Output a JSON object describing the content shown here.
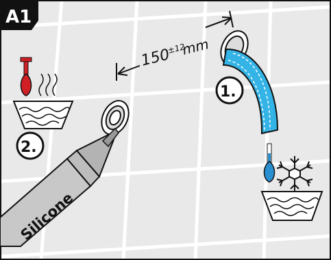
{
  "figure": {
    "panel_label": "A1",
    "spacing_value": "150",
    "spacing_tolerance": "±12",
    "spacing_unit": "mm",
    "step_1_label": "1.",
    "step_2_label": "2.",
    "tube_label": "Silicone"
  },
  "colors": {
    "tile": "#e9e9e9",
    "grout": "#ffffff",
    "outline": "#111111",
    "hot": "#d11f26",
    "cold": "#2a8fd0",
    "hose": "#33b3e6",
    "tube": "#c8c8c8"
  }
}
